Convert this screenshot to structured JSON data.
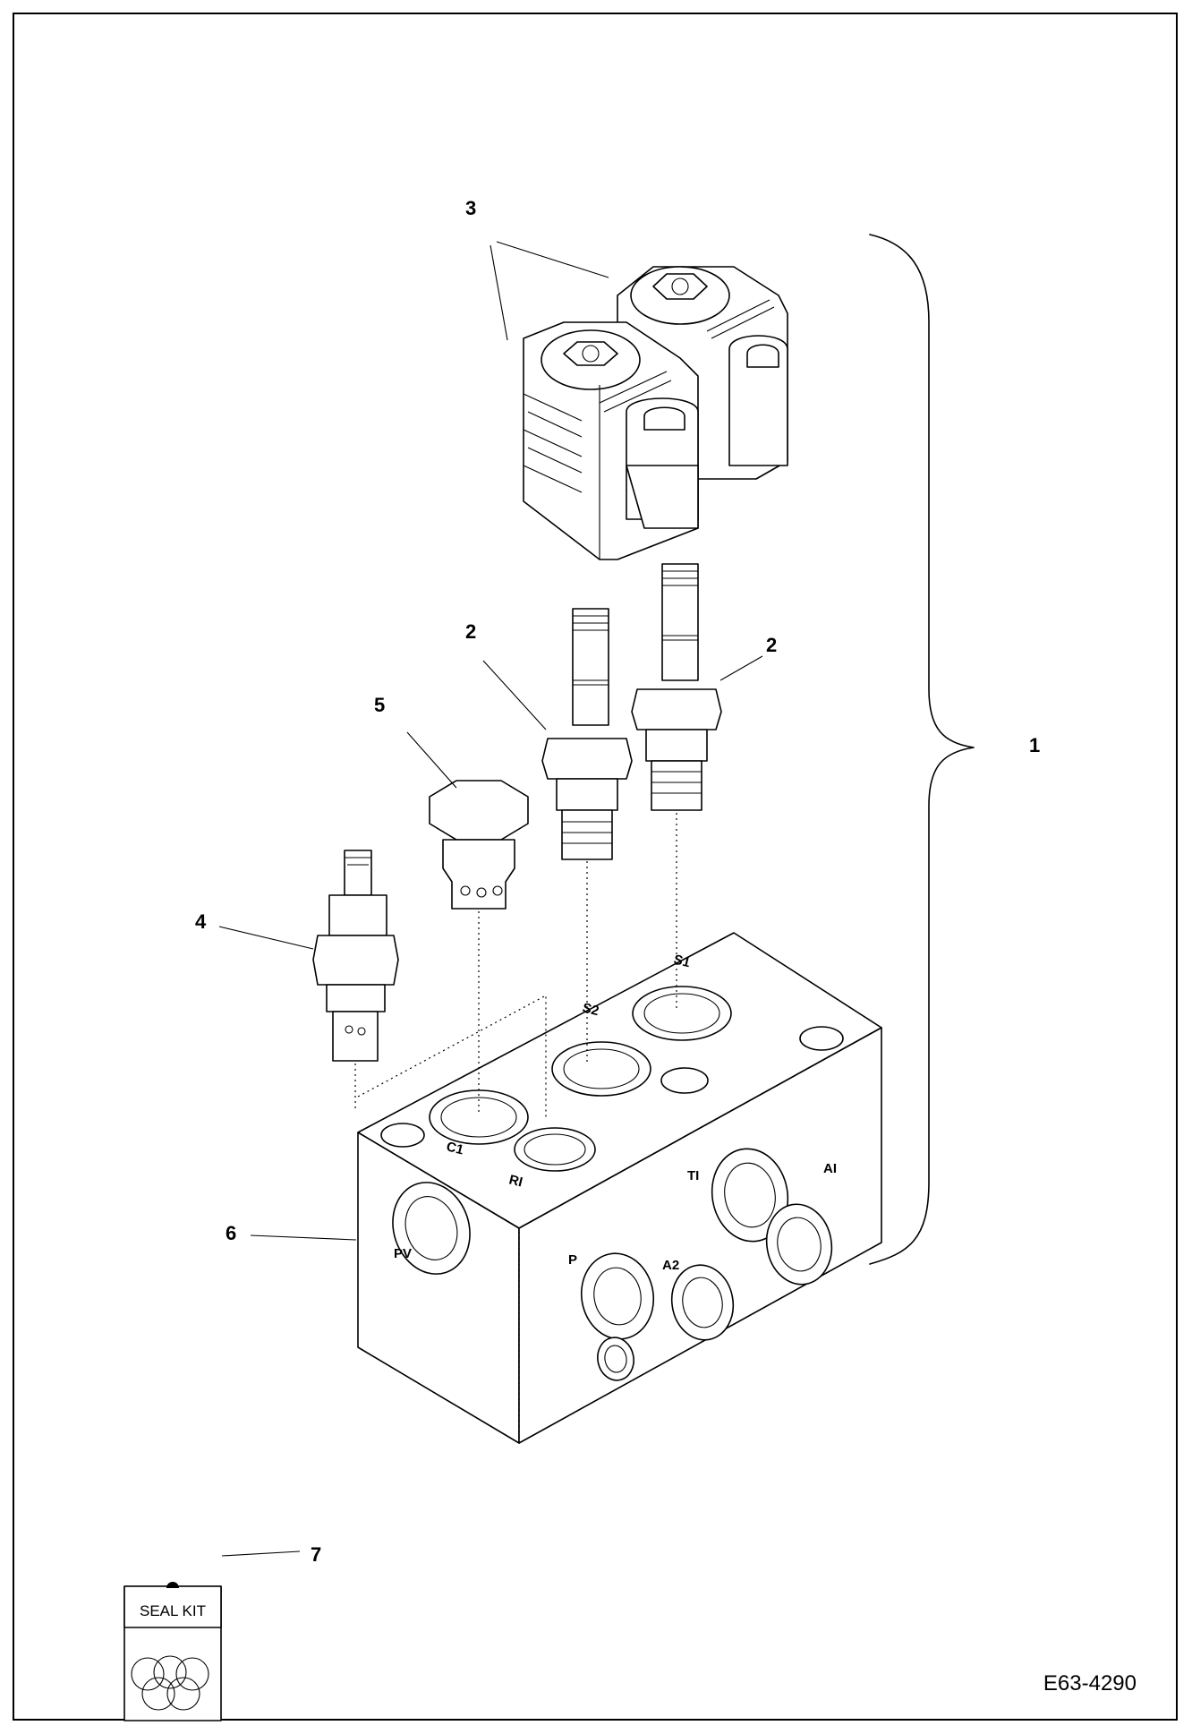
{
  "callouts": [
    {
      "id": "c1",
      "label": "1"
    },
    {
      "id": "c2a",
      "label": "2"
    },
    {
      "id": "c2b",
      "label": "2"
    },
    {
      "id": "c3",
      "label": "3"
    },
    {
      "id": "c4",
      "label": "4"
    },
    {
      "id": "c5",
      "label": "5"
    },
    {
      "id": "c6",
      "label": "6"
    },
    {
      "id": "c7",
      "label": "7"
    }
  ],
  "ports": {
    "s1": "S1",
    "s2": "S2",
    "c1": "C1",
    "ri": "RI",
    "pv": "PV",
    "p": "P",
    "a2": "A2",
    "t1": "TI",
    "a1": "AI"
  },
  "seal_kit_label": "SEAL KIT",
  "drawing_ref": "E63-4290"
}
